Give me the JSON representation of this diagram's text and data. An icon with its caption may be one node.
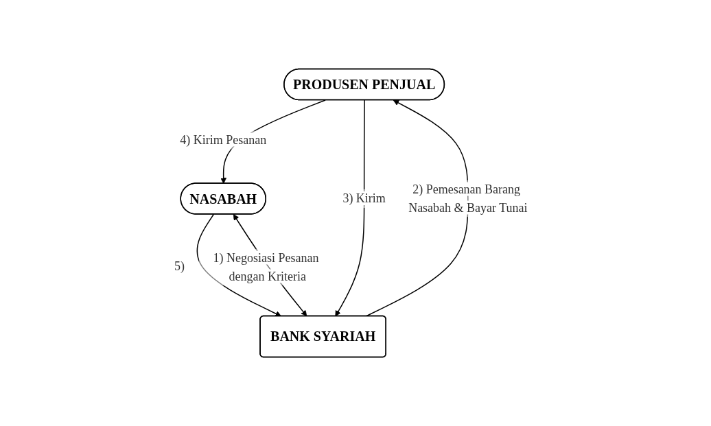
{
  "diagram": {
    "nodes": [
      {
        "text": [
          "PRODUSEN PENJUAL"
        ]
      },
      {
        "text": [
          "NASABAH"
        ]
      },
      {
        "text": [
          "BANK SYARIAH"
        ]
      }
    ],
    "edges": [
      {
        "from": 0,
        "to": 1,
        "arrow": "to",
        "label": "4) Kirim Pesanan"
      },
      {
        "from": 0,
        "to": 2,
        "arrow": "to",
        "label": "3) Kirim"
      },
      {
        "from": 2,
        "to": 0,
        "arrow": "to",
        "label": "2) Pemesanan Barang Nasabah & Bayar Tunai"
      },
      {
        "from": 1,
        "to": 2,
        "arrow": "to",
        "label": "5)"
      },
      {
        "from": 2,
        "to": 1,
        "arrow": "both",
        "label": "1) Negosiasi Pesanan dengan Kriteria"
      }
    ]
  }
}
